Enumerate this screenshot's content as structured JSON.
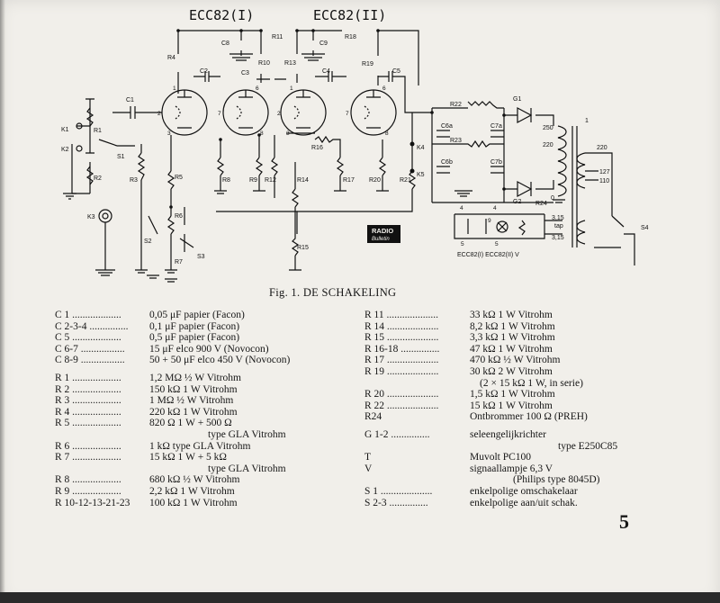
{
  "schematic": {
    "tube_labels": [
      "ECC82(I)",
      "ECC82(II)"
    ],
    "logo": {
      "top": "RADIO",
      "bottom": "Bulletin"
    },
    "components": {
      "capacitors": [
        "C1",
        "C2",
        "C3",
        "C4",
        "C5",
        "C8",
        "C9",
        "C6a",
        "C6b",
        "C7a",
        "C7b"
      ],
      "resistors": [
        "R1",
        "R2",
        "R3",
        "R4",
        "R5",
        "R6",
        "R7",
        "R8",
        "R9",
        "R10",
        "R11",
        "R12",
        "R13",
        "R14",
        "R15",
        "R16",
        "R17",
        "R18",
        "R19",
        "R20",
        "R21",
        "R22",
        "R23",
        "R24"
      ],
      "switches": [
        "S1",
        "S2",
        "S3",
        "S4"
      ],
      "jacks": [
        "K1",
        "K2",
        "K3",
        "K4",
        "K5"
      ],
      "rectifiers": [
        "G1",
        "G2"
      ],
      "transformer_taps": [
        "250",
        "220",
        "0",
        "220",
        "127",
        "110",
        "3,15",
        "tap",
        "3,15"
      ],
      "tube_pins": [
        "1",
        "2",
        "3",
        "6",
        "7",
        "8"
      ],
      "legend": "ECC82(I) ECC82(II) V",
      "transformer_mark": "1",
      "heater_pins": [
        "4",
        "9",
        "5"
      ]
    }
  },
  "caption": "Fig. 1.  DE SCHAKELING",
  "parts_left": [
    {
      "ref": "C 1 ...................",
      "value": "0,05 μF papier (Facon)"
    },
    {
      "ref": "C 2-3-4 ...............",
      "value": "0,1   μF papier (Facon)"
    },
    {
      "ref": "C 5 ...................",
      "value": "0,5   μF papier (Facon)"
    },
    {
      "ref": "C 6-7 .................",
      "value": "15   μF elco 900 V (Novocon)"
    },
    {
      "ref": "C 8-9 .................",
      "value": "50 + 50 μF elco 450 V (Novocon)"
    },
    {
      "ref": "R 1 ...................",
      "value": "1,2 MΩ   ½ W   Vitrohm"
    },
    {
      "ref": "R 2 ...................",
      "value": "150  kΩ   1 W   Vitrohm"
    },
    {
      "ref": "R 3 ...................",
      "value": "1  MΩ   ½ W   Vitrohm"
    },
    {
      "ref": "R 4 ...................",
      "value": "220  kΩ   1 W   Vitrohm"
    },
    {
      "ref": "R 5 ...................",
      "value": "820 Ω  1 W + 500 Ω",
      "extra": "type GLA   Vitrohm"
    },
    {
      "ref": "R 6 ...................",
      "value": "1 kΩ  type GLA  Vitrohm"
    },
    {
      "ref": "R 7 ...................",
      "value": "15 kΩ  1 W + 5 kΩ",
      "extra": "type GLA   Vitrohm"
    },
    {
      "ref": "R 8 ...................",
      "value": "680 kΩ   ½ W   Vitrohm"
    },
    {
      "ref": "R 9 ...................",
      "value": "2,2 kΩ   1 W   Vitrohm"
    },
    {
      "ref": "R 10-12-13-21-23",
      "value": "100 kΩ   1 W Vitrohm"
    }
  ],
  "parts_right": [
    {
      "ref": "R 11 ....................",
      "value": "33 kΩ     1 W   Vitrohm"
    },
    {
      "ref": "R 14 ....................",
      "value": "8,2 kΩ    1 W   Vitrohm"
    },
    {
      "ref": "R 15 ....................",
      "value": "3,3 kΩ    1 W   Vitrohm"
    },
    {
      "ref": "R 16-18 ...............",
      "value": "47 kΩ     1 W   Vitrohm"
    },
    {
      "ref": "R 17 ....................",
      "value": "470 kΩ    ½ W   Vitrohm"
    },
    {
      "ref": "R 19 ....................",
      "value": "30 kΩ     2 W   Vitrohm",
      "extra": "(2 × 15 kΩ 1 W, in serie)"
    },
    {
      "ref": "R 20 ....................",
      "value": "1,5 kΩ    1 W   Vitrohm"
    },
    {
      "ref": "R 22 ....................",
      "value": "15 kΩ     1 W   Vitrohm"
    },
    {
      "ref": "R24",
      "value": "Ontbrommer 100 Ω (PREH)"
    },
    {
      "ref": "G 1-2 ...............",
      "value": "seleengelijkrichter",
      "extra": "type E250C85"
    },
    {
      "ref": "T",
      "value": "Muvolt PC100"
    },
    {
      "ref": "V",
      "value": "signaallampje 6,3 V",
      "extra": "(Philips type 8045D)"
    },
    {
      "ref": "S 1 ....................",
      "value": "enkelpolige omschakelaar"
    },
    {
      "ref": "S 2-3 ...............",
      "value": "enkelpolige aan/uit schak."
    }
  ],
  "page_number": "5"
}
